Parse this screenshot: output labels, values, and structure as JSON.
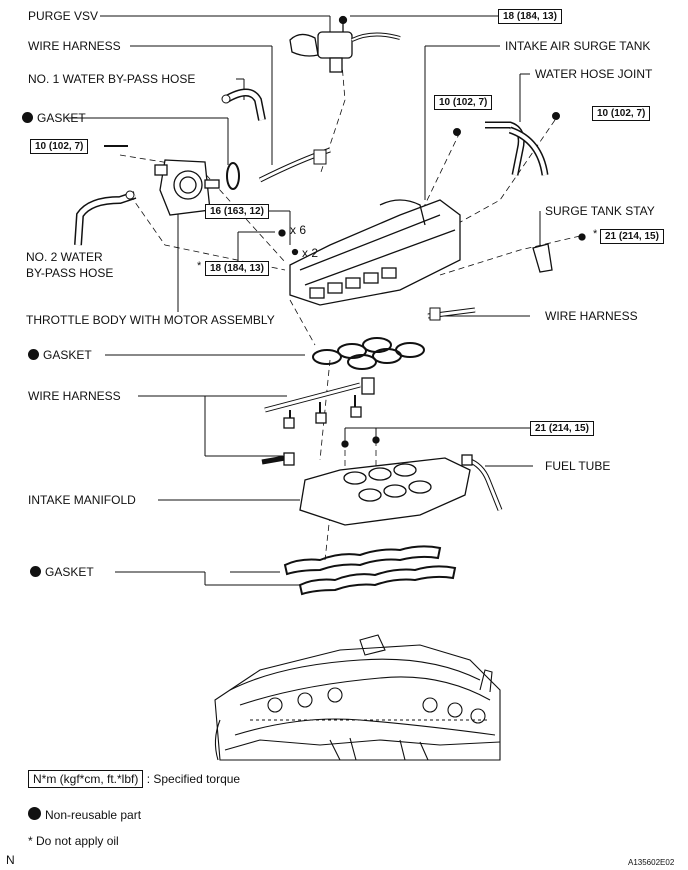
{
  "labels": {
    "purge_vsv": "PURGE VSV",
    "wire_harness_1": "WIRE HARNESS",
    "no1_water_bypass_hose": "NO. 1 WATER BY-PASS HOSE",
    "gasket_1": "GASKET",
    "no2_water_bypass_hose_line1": "NO. 2 WATER",
    "no2_water_bypass_hose_line2": "BY-PASS HOSE",
    "throttle_body": "THROTTLE BODY WITH MOTOR ASSEMBLY",
    "intake_air_surge_tank": "INTAKE AIR SURGE TANK",
    "water_hose_joint": "WATER HOSE JOINT",
    "surge_tank_stay": "SURGE TANK STAY",
    "wire_harness_2": "WIRE HARNESS",
    "gasket_2": "GASKET",
    "wire_harness_3": "WIRE HARNESS",
    "fuel_tube": "FUEL TUBE",
    "intake_manifold": "INTAKE MANIFOLD",
    "gasket_3": "GASKET",
    "qty_x6": "x 6",
    "qty_x2": "x 2"
  },
  "torques": {
    "purge_vsv": "18 (184, 13)",
    "gasket_bolt": "10 (102, 7)",
    "water_joint_left": "10 (102, 7)",
    "water_joint_right": "10 (102, 7)",
    "surge_tank_bolts": "16 (163, 12)",
    "surge_tank_nuts": "18 (184, 13)",
    "surge_tank_stay": "21 (214, 15)",
    "intake_manifold": "21 (214, 15)"
  },
  "asterisk": "*",
  "legend": {
    "torque_unit": "N*m (kgf*cm, ft.*lbf)",
    "torque_text": ": Specified torque",
    "non_reusable": "Non-reusable part",
    "no_oil": "* Do not apply oil"
  },
  "corner": {
    "north": "N",
    "figure_id": "A135602E02"
  }
}
